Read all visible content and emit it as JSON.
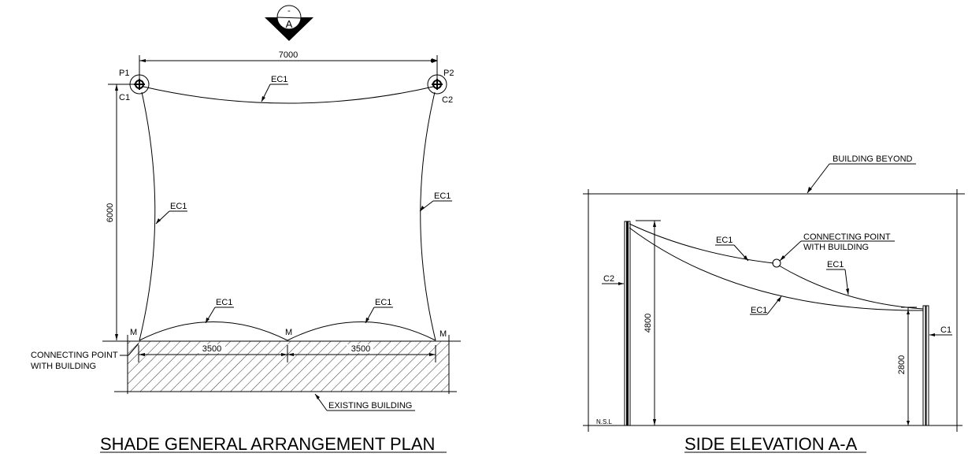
{
  "plan": {
    "title": "SHADE GENERAL ARRANGEMENT PLAN",
    "section_marker": {
      "top": "-",
      "bottom": "A"
    },
    "width_dim": "7000",
    "height_dim": "6000",
    "bay_dims": [
      "3500",
      "3500"
    ],
    "posts": [
      "P1",
      "P2"
    ],
    "columns": [
      "C1",
      "C2"
    ],
    "mounts": [
      "M",
      "M",
      "M"
    ],
    "cable_labels": [
      "EC1",
      "EC1",
      "EC1",
      "EC1",
      "EC1"
    ],
    "connecting_point_line1": "CONNECTING POINT",
    "connecting_point_line2": "WITH BUILDING",
    "existing_building": "EXISTING BUILDING"
  },
  "elevation": {
    "title": "SIDE ELEVATION A-A",
    "building_beyond": "BUILDING BEYOND",
    "connecting_point_line1": "CONNECTING POINT",
    "connecting_point_line2": "WITH BUILDING",
    "cable_labels": [
      "EC1",
      "EC1",
      "EC1"
    ],
    "columns": [
      "C2",
      "C1"
    ],
    "high_dim": "4800",
    "low_dim": "2800",
    "ground": "N.S.L"
  }
}
